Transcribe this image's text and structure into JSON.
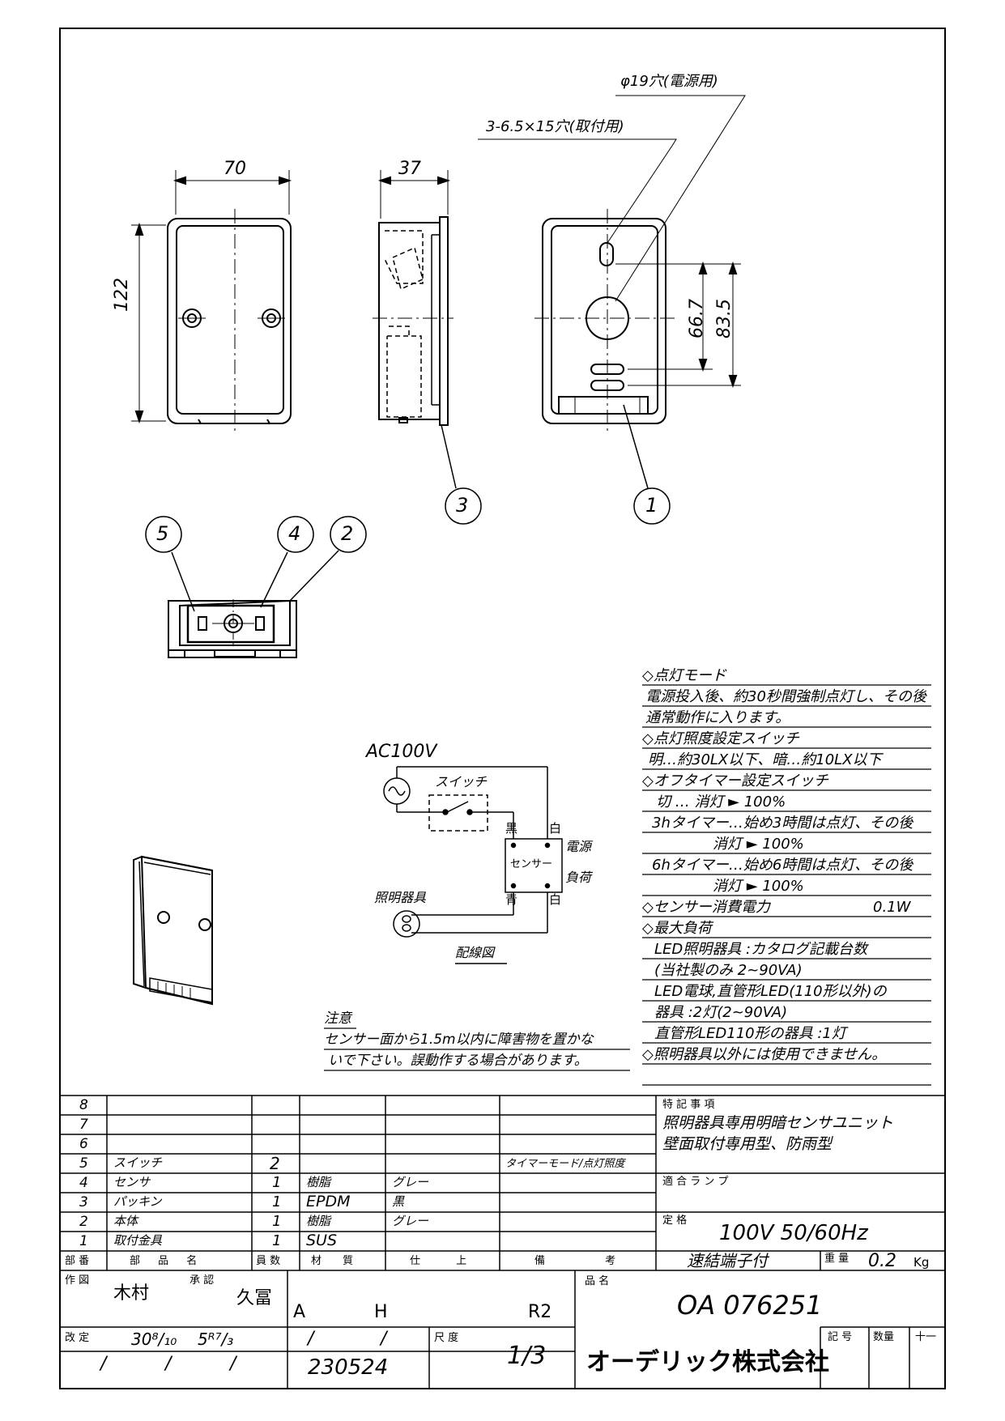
{
  "dimensions": {
    "width_70": "70",
    "height_122": "122",
    "depth_37": "37",
    "d_66_7": "66.7",
    "d_83_5": "83.5",
    "hole_power": "φ19穴(電源用)",
    "hole_mount": "3-6.5×15穴(取付用)"
  },
  "callouts": [
    "1",
    "2",
    "3",
    "4",
    "5"
  ],
  "wiring": {
    "ac": "AC100V",
    "switch": "スイッチ",
    "black": "黒",
    "white1": "白",
    "white2": "白",
    "blue": "青",
    "sensor": "センサー",
    "power": "電源",
    "load": "負荷",
    "fixture": "照明器具",
    "title": "配線図"
  },
  "caution": {
    "title": "注意",
    "lines": [
      "センサー面から1.5m以内に障害物を置かな",
      "いで下さい。誤動作する場合があります。"
    ]
  },
  "notes": [
    "◇点灯モード",
    "電源投入後、約30秒間強制点灯し、その後",
    "通常動作に入ります。",
    "◇点灯照度設定スイッチ",
    "明…約30LX以下、暗…約10LX以下",
    "◇オフタイマー設定スイッチ",
    "切 … 消灯 ► 100%",
    "3hタイマー…始め3時間は点灯、その後",
    "消灯 ► 100%",
    "6hタイマー…始め6時間は点灯、その後",
    "消灯 ► 100%",
    "◇センサー消費電力",
    "0.1W",
    "◇最大負荷",
    "LED照明器具 :カタログ記載台数",
    "(当社製のみ 2~90VA)",
    "LED電球,直管形LED(110形以外)の",
    "器具 :2灯(2~90VA)",
    "直管形LED110形の器具 :1灯",
    "◇照明器具以外には使用できません。"
  ],
  "parts": {
    "header": {
      "no": "部 番",
      "name": "部 品 名",
      "qty": "員 数",
      "material": "材 質",
      "finish": "仕 上",
      "remarks": "備 考"
    },
    "rows": [
      {
        "no": "8",
        "name": "",
        "qty": "",
        "material": "",
        "finish": "",
        "remarks": ""
      },
      {
        "no": "7",
        "name": "",
        "qty": "",
        "material": "",
        "finish": "",
        "remarks": ""
      },
      {
        "no": "6",
        "name": "",
        "qty": "",
        "material": "",
        "finish": "",
        "remarks": ""
      },
      {
        "no": "5",
        "name": "スイッチ",
        "qty": "2",
        "material": "",
        "finish": "",
        "remarks": "タイマーモード/点灯照度"
      },
      {
        "no": "4",
        "name": "センサ",
        "qty": "1",
        "material": "樹脂",
        "finish": "グレー",
        "remarks": ""
      },
      {
        "no": "3",
        "name": "パッキン",
        "qty": "1",
        "material": "EPDM",
        "finish": "黒",
        "remarks": ""
      },
      {
        "no": "2",
        "name": "本体",
        "qty": "1",
        "material": "樹脂",
        "finish": "グレー",
        "remarks": ""
      },
      {
        "no": "1",
        "name": "取付金具",
        "qty": "1",
        "material": "SUS",
        "finish": "",
        "remarks": ""
      }
    ]
  },
  "special": {
    "label": "特 記 事 項",
    "line1": "照明器具専用明暗センサユニット",
    "line2": "壁面取付専用型、防雨型",
    "lamp_label": "適 合 ラ ン プ",
    "rating_label": "定 格",
    "rating": "100V 50/60Hz",
    "terminal": "速結端子付",
    "weight_label": "重 量",
    "weight": "0.2",
    "weight_unit": "Kg"
  },
  "title_block": {
    "drawn_label": "作 図",
    "drawn_by": "木村",
    "approved_label": "承 認",
    "approved_by": "久冨",
    "code_a": "A",
    "code_h": "H",
    "rev": "R2",
    "hinmei_label": "品 名",
    "product_no": "OA 076251",
    "kaitei_label": "改 定",
    "rev_date1": "30⁸/₁₀",
    "rev_date2": "5ᴿ⁷/₃",
    "slash": "/",
    "date_code": "230524",
    "scale_label": "尺 度",
    "scale": "1/3",
    "company": "オーデリック株式会社",
    "kigo_label": "記 号",
    "qty_label": "数量",
    "plusminus": "十一"
  }
}
